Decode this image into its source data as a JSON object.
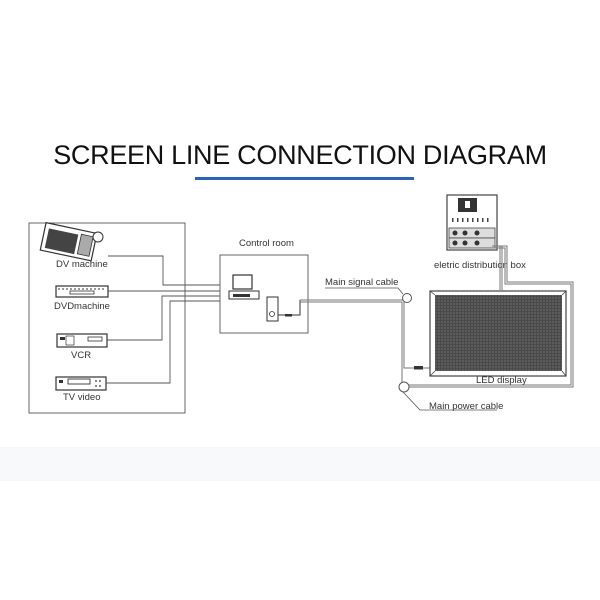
{
  "title": "SCREEN LINE CONNECTION DIAGRAM",
  "accent_color": "#2a63b8",
  "sources": [
    {
      "label": "DV machine",
      "icon": "camcorder-icon"
    },
    {
      "label": "DVDmachine",
      "icon": "dvd-player-icon"
    },
    {
      "label": "VCR",
      "icon": "vcr-icon"
    },
    {
      "label": "TV video",
      "icon": "tv-video-player-icon"
    }
  ],
  "control_room": {
    "label": "Control room",
    "icon": "computer-icon"
  },
  "labels": {
    "signal_cable": "Main signal cable",
    "power_cable": "Main power cable",
    "distribution_box": "eletric distribution box",
    "led_display": "LED display"
  }
}
